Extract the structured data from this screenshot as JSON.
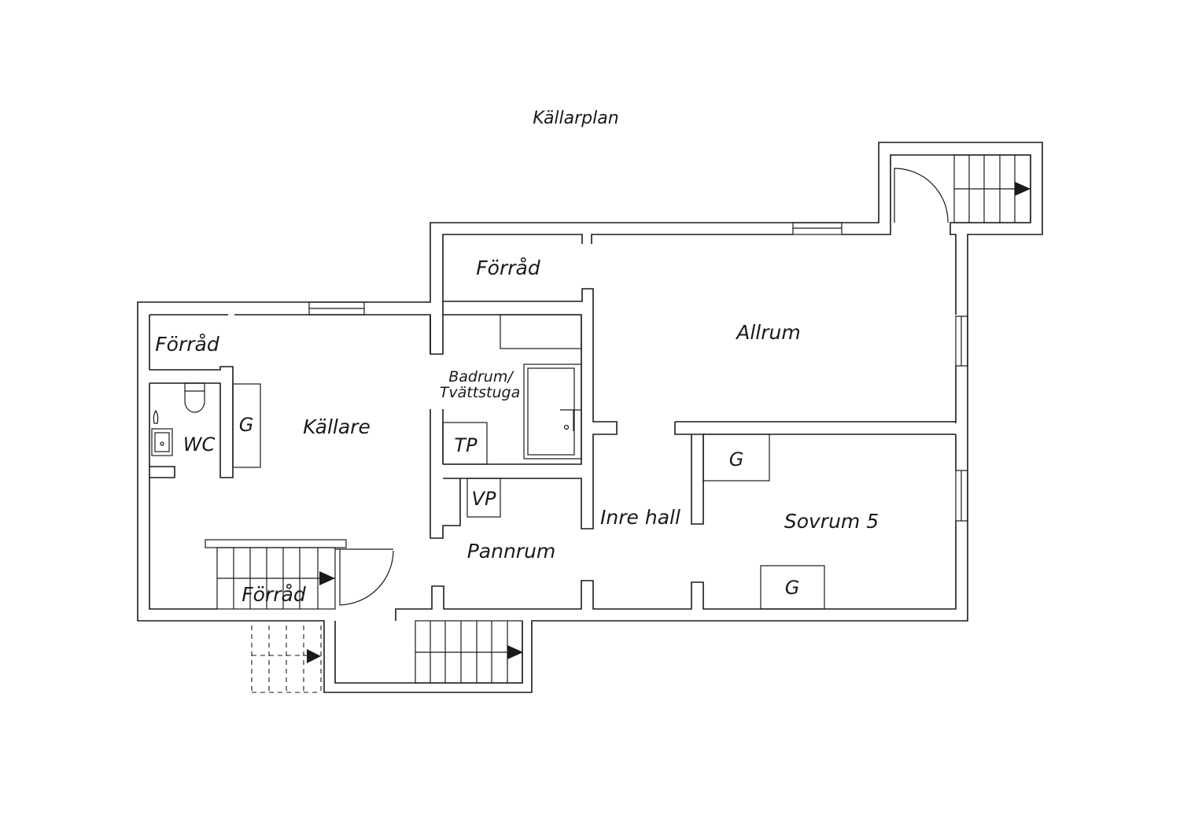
{
  "plan": {
    "title": "Källarplan",
    "rooms": {
      "forrad_top": "Förråd",
      "allrum": "Allrum",
      "forrad_left": "Förråd",
      "badrum_line1": "Badrum/",
      "badrum_line2": "Tvättstuga",
      "g_wc": "G",
      "kallare": "Källare",
      "wc": "WC",
      "tp": "TP",
      "vp": "VP",
      "inre_hall": "Inre hall",
      "g_sovrum_top": "G",
      "sovrum": "Sovrum 5",
      "pannrum": "Pannrum",
      "forrad_stairs": "Förråd",
      "g_sovrum_bottom": "G"
    }
  }
}
